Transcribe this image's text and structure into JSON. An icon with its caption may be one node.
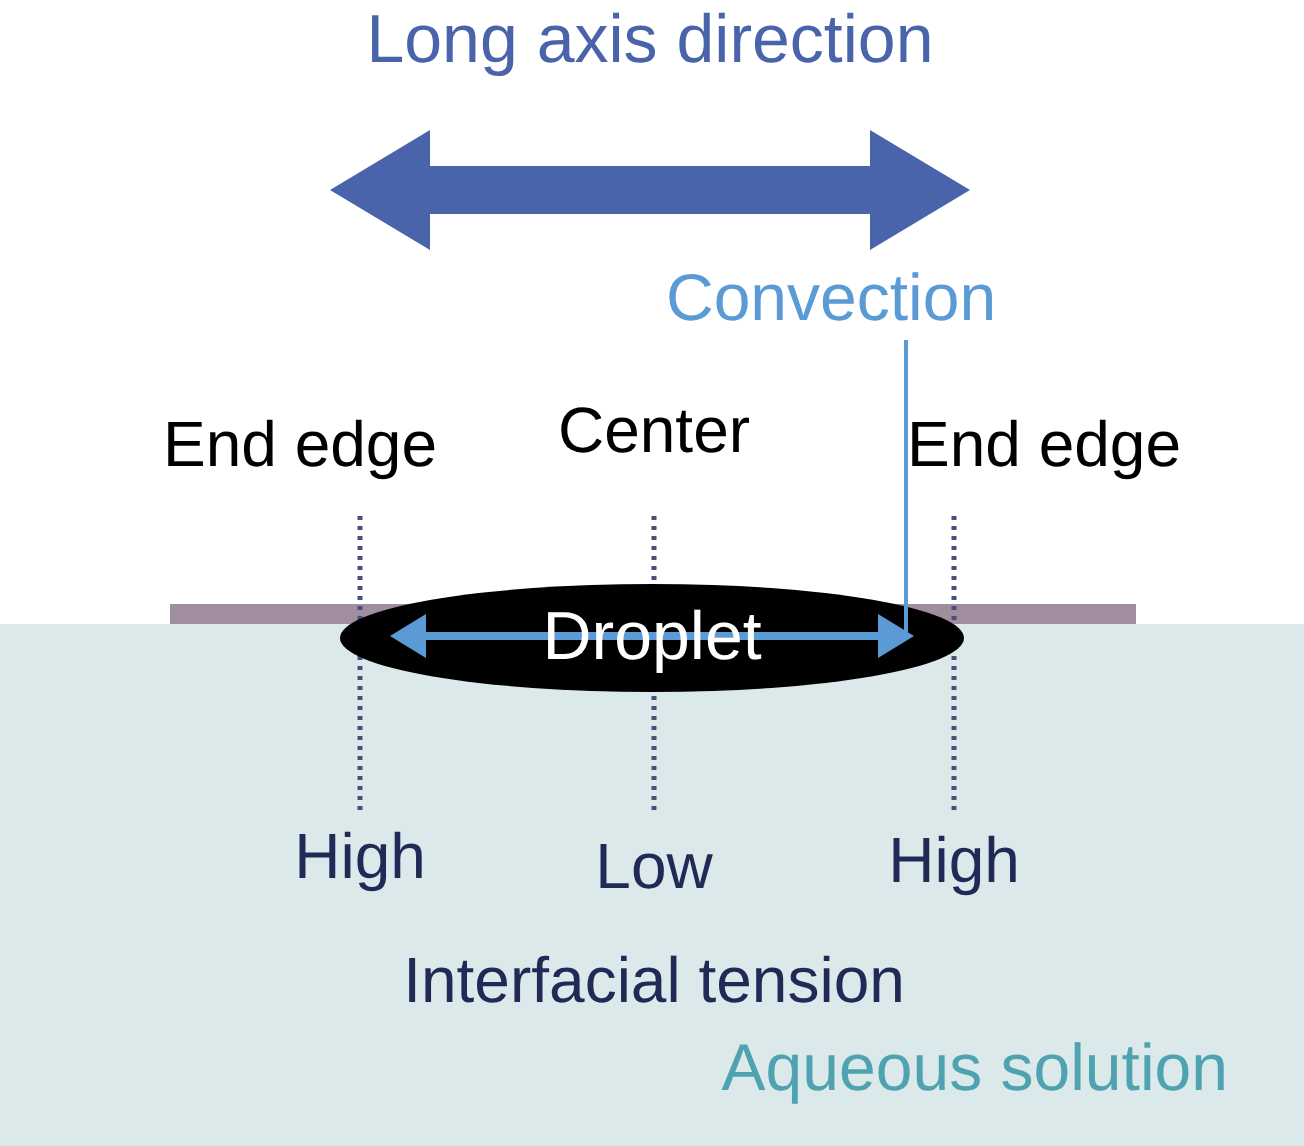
{
  "diagram": {
    "nodes": [
      {
        "text": [
          "Aqueous solution"
        ]
      },
      {
        "text": [
          "Droplet"
        ]
      },
      {
        "text": [],
        "shape": "arrow",
        "in": 1
      },
      {
        "text": [
          "Convection"
        ]
      }
    ],
    "edges": [
      {
        "from": 3,
        "to": 2,
        "arrow": "none"
      }
    ],
    "labels": [
      "Long axis direction",
      "End edge",
      "Center",
      "End edge",
      "High",
      "Low",
      "High",
      "Interfacial tension"
    ]
  }
}
